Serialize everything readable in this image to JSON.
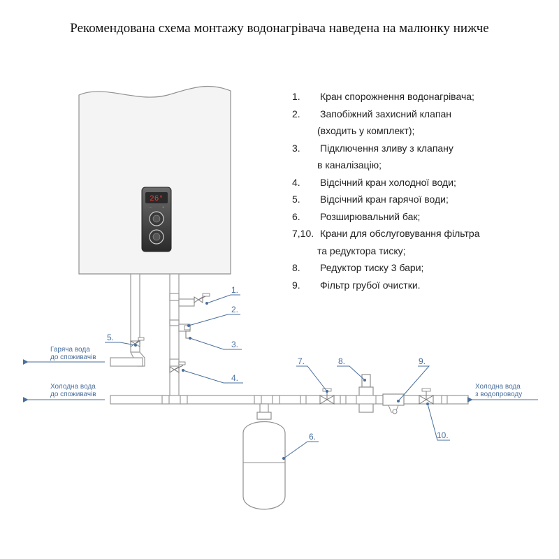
{
  "title": "Рекомендована схема монтажу водонагрівача наведена на малюнку нижче",
  "legend": [
    {
      "num": "1.",
      "text": "Кран спорожнення водонагрівача;"
    },
    {
      "num": "2.",
      "text": "Запобіжний захисний клапан"
    },
    {
      "num": "",
      "text": "(входить у комплект);",
      "cont": true
    },
    {
      "num": "3.",
      "text": "Підключення зливу з клапану"
    },
    {
      "num": "",
      "text": "в каналізацію;",
      "cont": true
    },
    {
      "num": "4.",
      "text": "Відсічний кран холодної води;"
    },
    {
      "num": "5.",
      "text": "Відсічний кран гарячої води;"
    },
    {
      "num": "6.",
      "text": "Розширювальний бак;"
    },
    {
      "num": "7,10.",
      "text": "Крани для обслуговування фільтра"
    },
    {
      "num": "",
      "text": "та редуктора тиску;",
      "cont": true
    },
    {
      "num": "8.",
      "text": "Редуктор тиску 3 бари;"
    },
    {
      "num": "9.",
      "text": "Фільтр грубої очистки."
    }
  ],
  "display": {
    "temperature": "26°"
  },
  "callouts": {
    "c1": "1.",
    "c2": "2.",
    "c3": "3.",
    "c4": "4.",
    "c5": "5.",
    "c6": "6.",
    "c7": "7.",
    "c8": "8.",
    "c9": "9.",
    "c10": "10."
  },
  "flows": {
    "hot_out_line1": "Гаряча вода",
    "hot_out_line2": "до споживачів",
    "cold_out_line1": "Холодна вода",
    "cold_out_line2": "до споживачів",
    "cold_in_line1": "Холодна вода",
    "cold_in_line2": "з водопроводу"
  },
  "colors": {
    "accent": "#4a6f9c",
    "pipe": "#9a9a9a",
    "display_red": "#e0403a"
  }
}
